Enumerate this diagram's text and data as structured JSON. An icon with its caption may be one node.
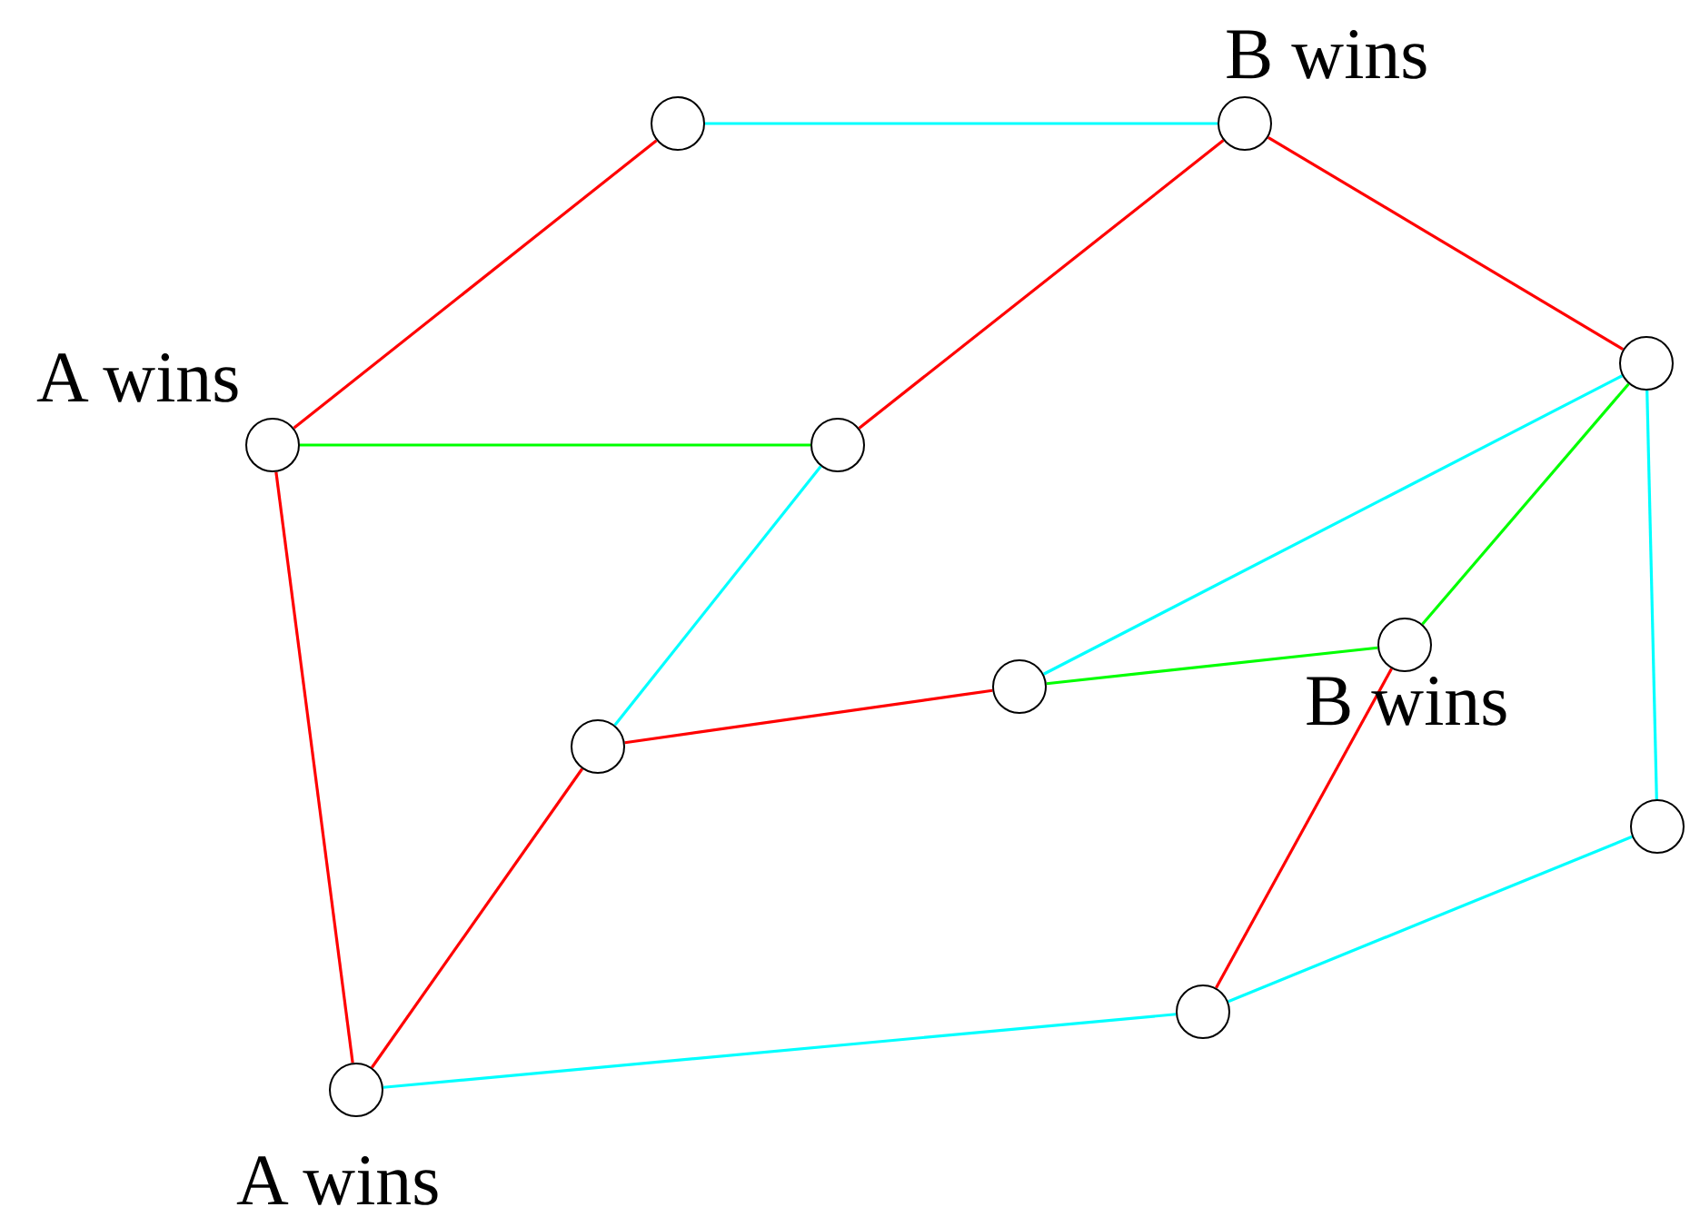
{
  "diagram": {
    "nodes": [
      {
        "text": [],
        "shape": "circle"
      },
      {
        "text": [],
        "shape": "circle",
        "beside": [
          "B wins"
        ]
      },
      {
        "text": [],
        "shape": "circle"
      },
      {
        "text": [],
        "shape": "circle",
        "beside": [
          "A wins"
        ]
      },
      {
        "text": [],
        "shape": "circle"
      },
      {
        "text": [],
        "shape": "circle"
      },
      {
        "text": [],
        "shape": "circle",
        "beside": [
          "B wins"
        ]
      },
      {
        "text": [],
        "shape": "circle"
      },
      {
        "text": [],
        "shape": "circle"
      },
      {
        "text": [],
        "shape": "circle"
      },
      {
        "text": [],
        "shape": "circle",
        "beside": [
          "A wins"
        ]
      }
    ],
    "edges": [
      {
        "from": 0,
        "to": 1,
        "arrow": "none",
        "color": "#00ffff"
      },
      {
        "from": 3,
        "to": 0,
        "arrow": "none"
      },
      {
        "from": 1,
        "to": 4,
        "arrow": "none"
      },
      {
        "from": 1,
        "to": 2,
        "arrow": "none"
      },
      {
        "from": 3,
        "to": 4,
        "arrow": "none",
        "color": "#00ff00"
      },
      {
        "from": 3,
        "to": 10,
        "arrow": "none"
      },
      {
        "from": 4,
        "to": 7,
        "arrow": "none",
        "color": "#00ffff"
      },
      {
        "from": 2,
        "to": 5,
        "arrow": "none",
        "color": "#00ffff"
      },
      {
        "from": 2,
        "to": 6,
        "arrow": "none",
        "color": "#00ff00"
      },
      {
        "from": 2,
        "to": 8,
        "arrow": "none",
        "color": "#00ffff"
      },
      {
        "from": 7,
        "to": 5,
        "arrow": "none"
      },
      {
        "from": 5,
        "to": 6,
        "arrow": "none",
        "color": "#00ff00"
      },
      {
        "from": 7,
        "to": 10,
        "arrow": "none"
      },
      {
        "from": 6,
        "to": 9,
        "arrow": "none"
      },
      {
        "from": 10,
        "to": 9,
        "arrow": "none",
        "color": "#00ffff"
      },
      {
        "from": 9,
        "to": 8,
        "arrow": "none",
        "color": "#00ffff"
      }
    ]
  }
}
